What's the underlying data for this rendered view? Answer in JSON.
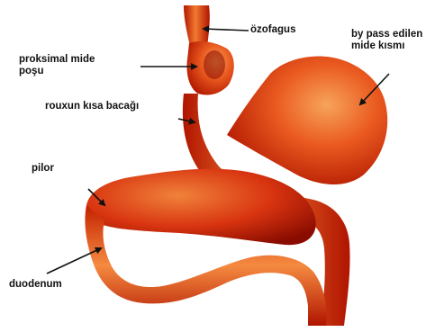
{
  "labels": {
    "ozofagus": "özofagus",
    "bypass_line1": "by pass edilen",
    "bypass_line2": "mide kısmı",
    "proksimal_line1": "proksimal mide",
    "proksimal_line2": "poşu",
    "roux": "rouxun kısa bacağı",
    "pilor": "pilor",
    "duodenum": "duodenum"
  },
  "colors": {
    "tissue_dark": "#a01000",
    "tissue_mid": "#e03a10",
    "tissue_light": "#f59a4a",
    "text": "#111111",
    "arrow": "#111111"
  }
}
